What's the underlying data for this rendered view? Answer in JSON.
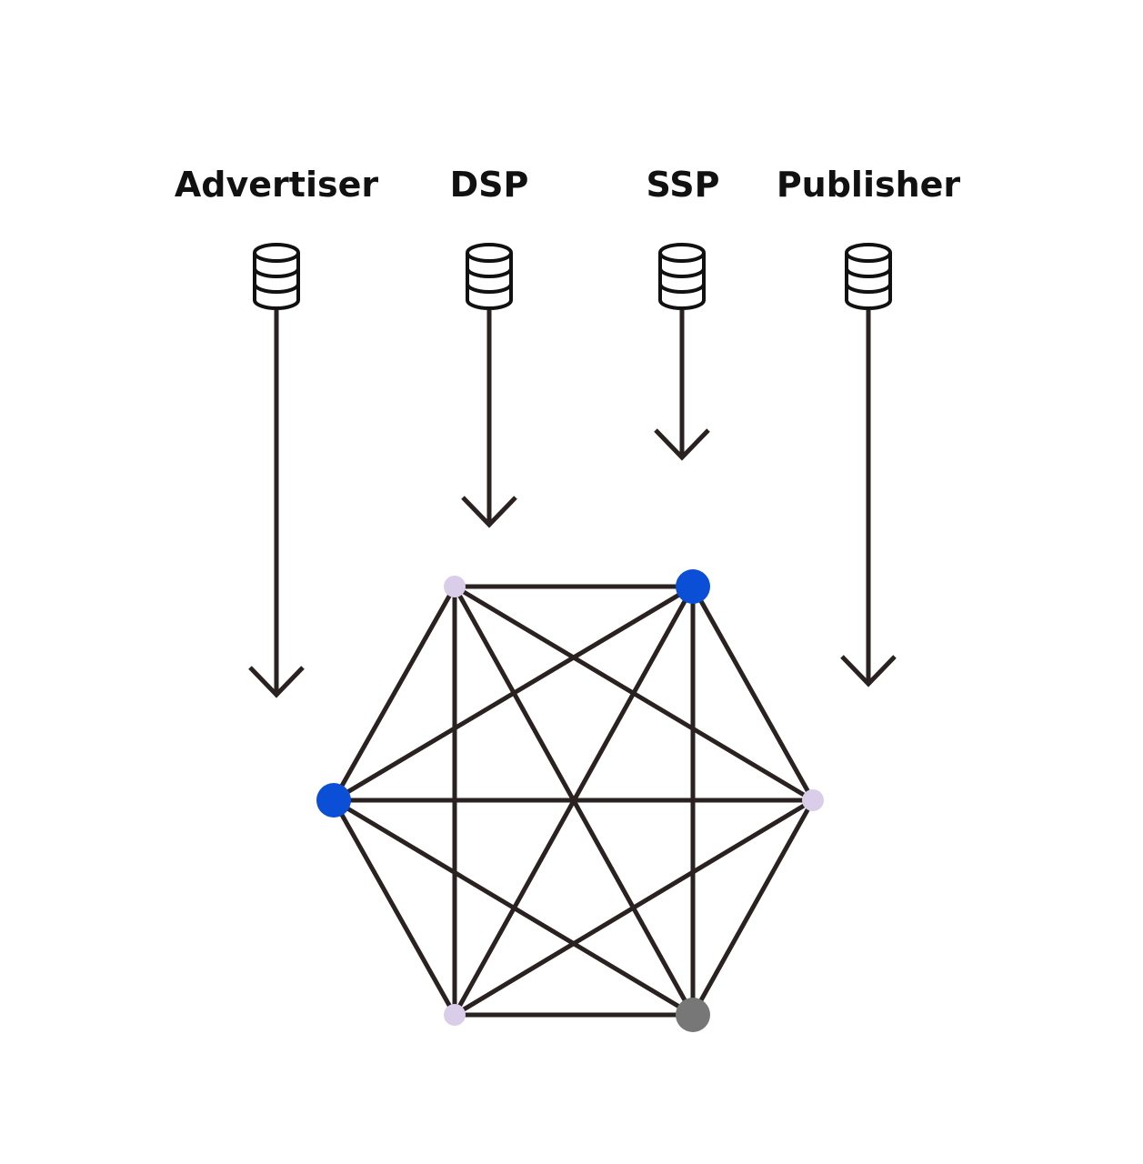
{
  "colors": {
    "line": "#2a2220",
    "node_blue": "#0b4fd6",
    "node_light": "#d9cdea",
    "node_gray": "#777777",
    "background": "#ffffff"
  },
  "columns": [
    {
      "label": "Advertiser",
      "icon": "database-icon"
    },
    {
      "label": "DSP",
      "icon": "database-icon"
    },
    {
      "label": "SSP",
      "icon": "database-icon"
    },
    {
      "label": "Publisher",
      "icon": "database-icon"
    }
  ],
  "network": {
    "nodes": [
      {
        "id": "top-left",
        "color": "node_light"
      },
      {
        "id": "top-right",
        "color": "node_blue"
      },
      {
        "id": "right",
        "color": "node_light"
      },
      {
        "id": "bottom-right",
        "color": "node_gray"
      },
      {
        "id": "bottom-left",
        "color": "node_light"
      },
      {
        "id": "left",
        "color": "node_blue"
      }
    ],
    "fully_connected": true
  }
}
